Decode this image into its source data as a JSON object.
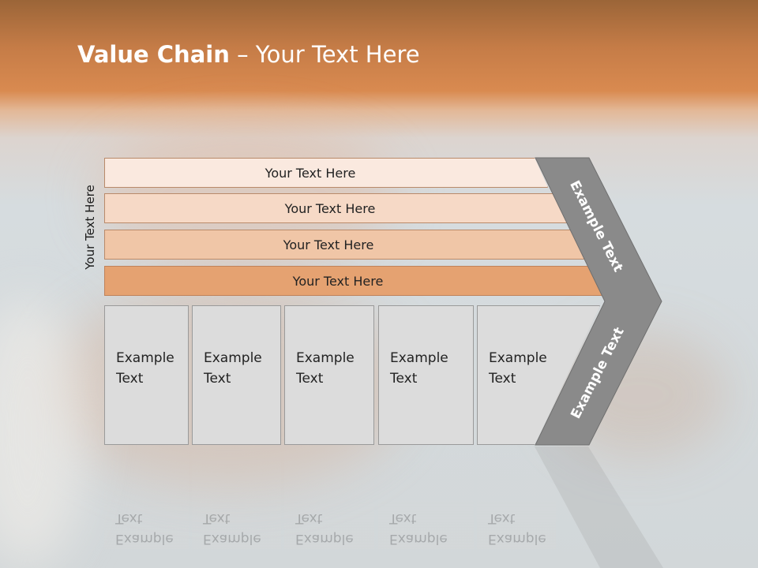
{
  "slide": {
    "title_bold": "Value Chain",
    "title_rest": " – Your Text Here",
    "side_label": "Your Text Here"
  },
  "bars": [
    "Your Text Here",
    "Your Text Here",
    "Your Text Here",
    "Your Text Here"
  ],
  "boxes": [
    "Example Text",
    "Example Text",
    "Example Text",
    "Example Text",
    "Example Text"
  ],
  "chevron": {
    "upper_label": "Example Text",
    "lower_label": "Example Text"
  },
  "colors": {
    "bar1": "#fae9df",
    "bar2": "#f6d9c6",
    "bar3": "#f0c6a7",
    "bar4": "#e5a271",
    "boxes": "#dcdcdc",
    "chevron": "#8a8a8a"
  }
}
